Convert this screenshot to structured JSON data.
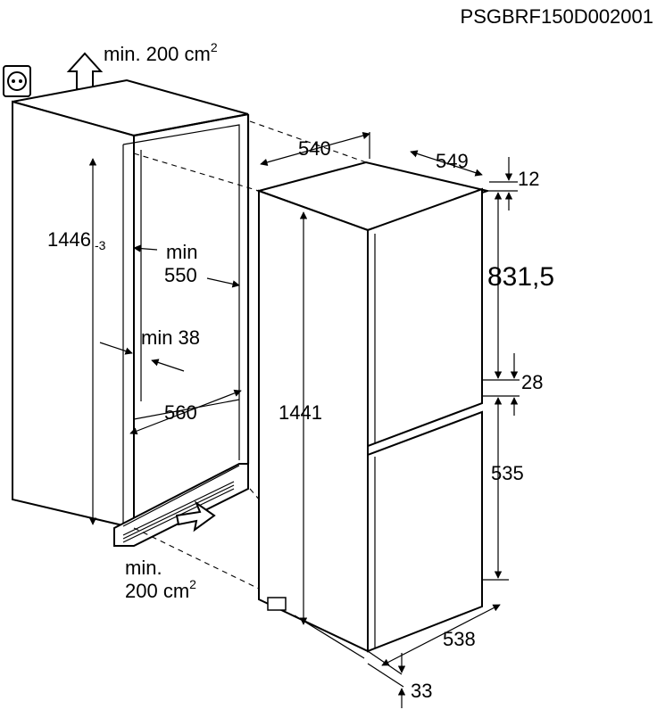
{
  "diagram": {
    "product_code": "PSGBRF150D002001",
    "ventilation_top": {
      "prefix": "min. 200 cm",
      "sup": "2"
    },
    "ventilation_bottom": {
      "line1": "min.",
      "line2_prefix": "200 cm",
      "line2_sup": "2"
    },
    "niche": {
      "height": "1446",
      "height_tolerance": "-3",
      "min_label": "min",
      "width": "550",
      "min_gap": "min 38",
      "depth": "560"
    },
    "appliance": {
      "depth": "540",
      "width": "549",
      "top_gap": "12",
      "upper_door": "831,5",
      "door_gap": "28",
      "lower_door": "535",
      "height": "1441",
      "door_depth": "538",
      "plinth": "33"
    },
    "icons": [
      "socket-icon",
      "airflow-up-arrow-icon",
      "airflow-in-arrow-icon"
    ]
  }
}
